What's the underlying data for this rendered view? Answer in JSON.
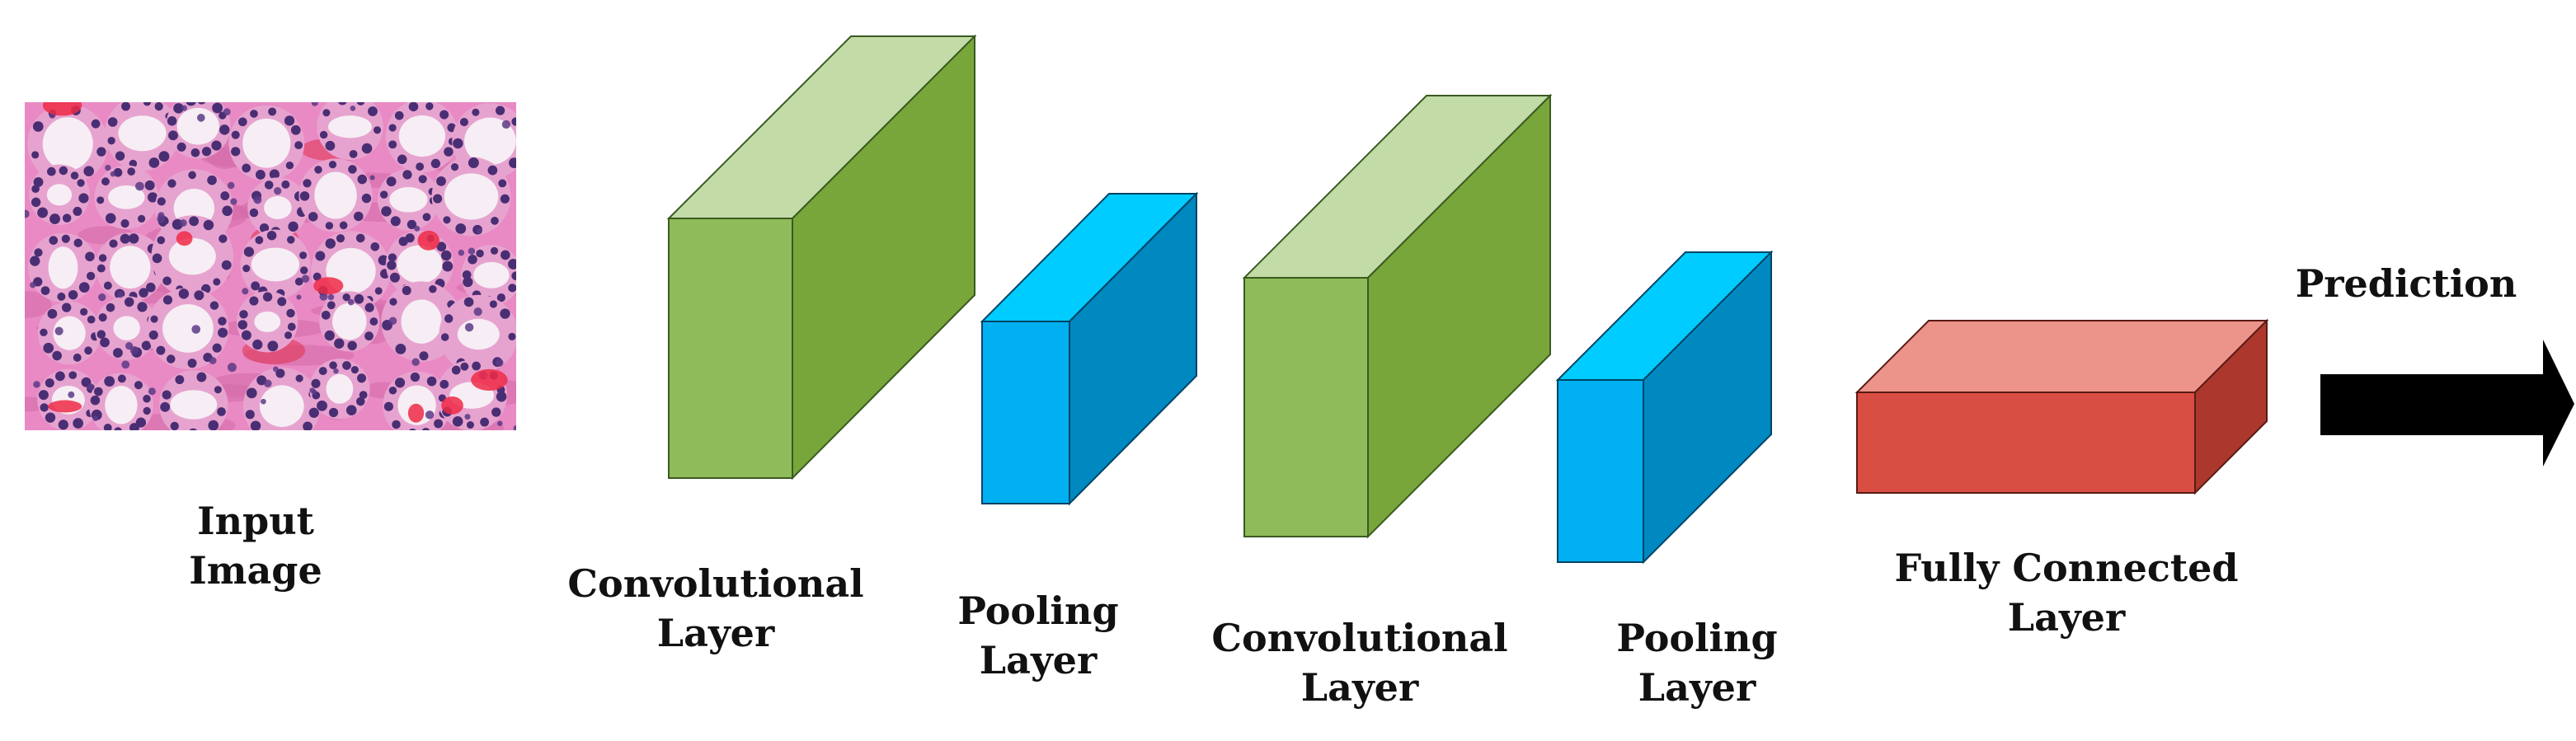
{
  "colors": {
    "conv_front": "#8fbb5a",
    "conv_top": "#c2dba7",
    "conv_side": "#78a63a",
    "pool_front": "#00b0f0",
    "pool_top": "#00ccff",
    "pool_side": "#0088c0",
    "fc_front": "#d94e43",
    "fc_top": "#ec938a",
    "fc_side": "#ac382d",
    "tissue_bg": "#e98ac4",
    "arrow": "#000000"
  },
  "input": {
    "label_line1": "Input",
    "label_line2": "Image",
    "image_desc": "histology-tissue-image"
  },
  "conv1": {
    "label_line1": "Convolutional",
    "label_line2": "Layer"
  },
  "pool1": {
    "label_line1": "Pooling",
    "label_line2": "Layer"
  },
  "conv2": {
    "label_line1": "Convolutional",
    "label_line2": "Layer"
  },
  "pool2": {
    "label_line1": "Pooling",
    "label_line2": "Layer"
  },
  "fc": {
    "label_line1": "Fully Connected",
    "label_line2": "Layer"
  },
  "output": {
    "label": "Prediction"
  }
}
